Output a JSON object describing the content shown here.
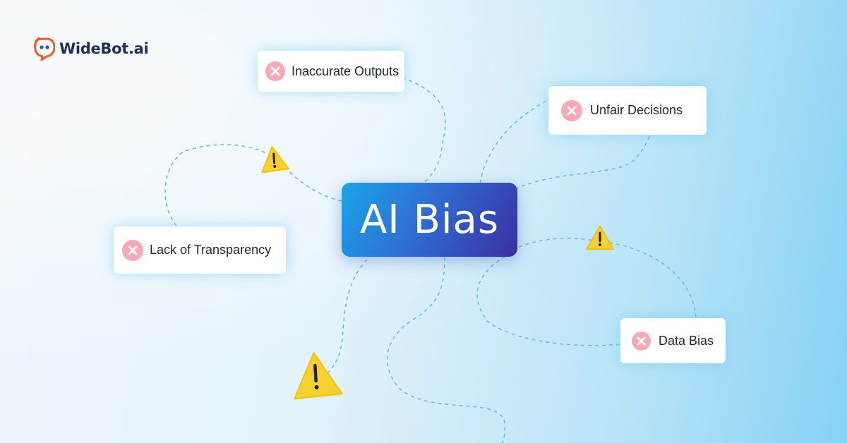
{
  "brand": {
    "name": "WideBot.ai",
    "accent": "#ef5a2a",
    "text_color": "#1f2f5c"
  },
  "central_topic": {
    "label": "AI Bias",
    "gradient": [
      "#1aa6e8",
      "#3a2fa0"
    ]
  },
  "issues": [
    {
      "label": "Inaccurate Outputs",
      "icon": "x-mark-icon"
    },
    {
      "label": "Unfair Decisions",
      "icon": "x-mark-icon"
    },
    {
      "label": "Lack of Transparency",
      "icon": "x-mark-icon"
    },
    {
      "label": "Data Bias",
      "icon": "x-mark-icon"
    }
  ],
  "warning_icons": [
    "warning-triangle-icon",
    "warning-triangle-icon",
    "warning-triangle-icon"
  ],
  "colors": {
    "x_badge": "#f7a9b7",
    "warning": "#f7d131",
    "connector": "#5bbde6"
  }
}
